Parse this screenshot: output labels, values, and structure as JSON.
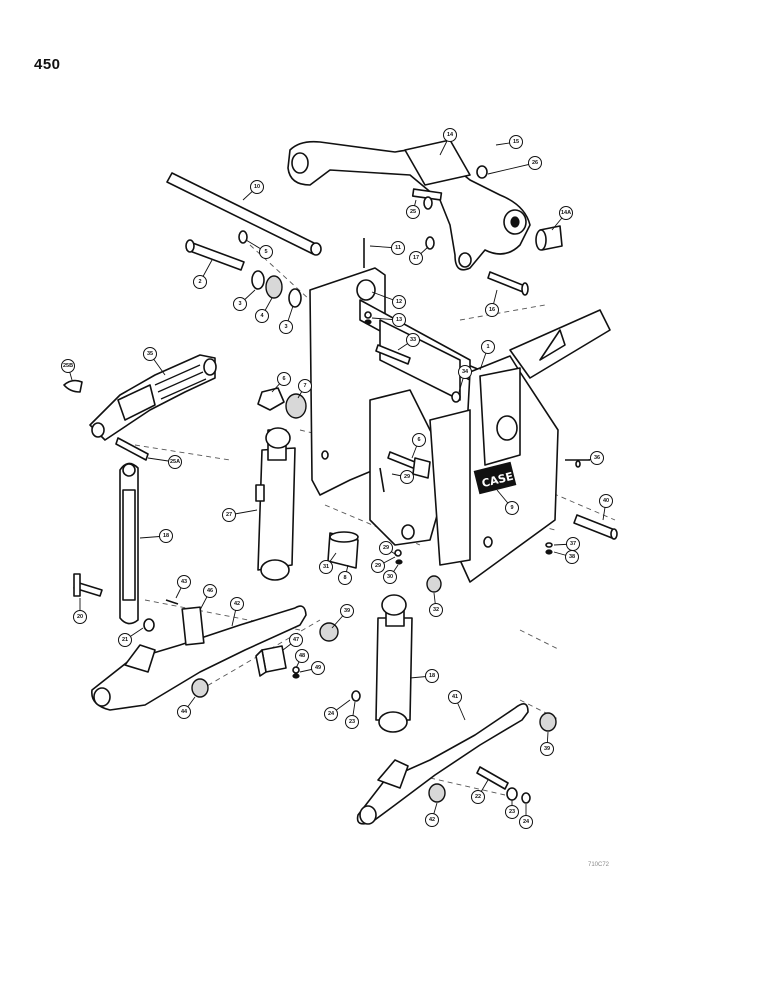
{
  "page_number": "450",
  "drawing_code": "710C72",
  "brand_logo": "CASE",
  "callouts": [
    "1",
    "2",
    "3",
    "3",
    "4",
    "5",
    "6",
    "6",
    "7",
    "8",
    "9",
    "10",
    "11",
    "12",
    "13",
    "14",
    "14A",
    "15",
    "16",
    "17",
    "18",
    "18",
    "20",
    "21",
    "22",
    "23",
    "23",
    "24",
    "24",
    "25",
    "25A",
    "25B",
    "26",
    "27",
    "29",
    "29",
    "29",
    "30",
    "31",
    "32",
    "33",
    "34",
    "35",
    "36",
    "37",
    "38",
    "39",
    "39",
    "40",
    "41",
    "42",
    "42",
    "43",
    "44",
    "46",
    "47",
    "48",
    "49"
  ]
}
